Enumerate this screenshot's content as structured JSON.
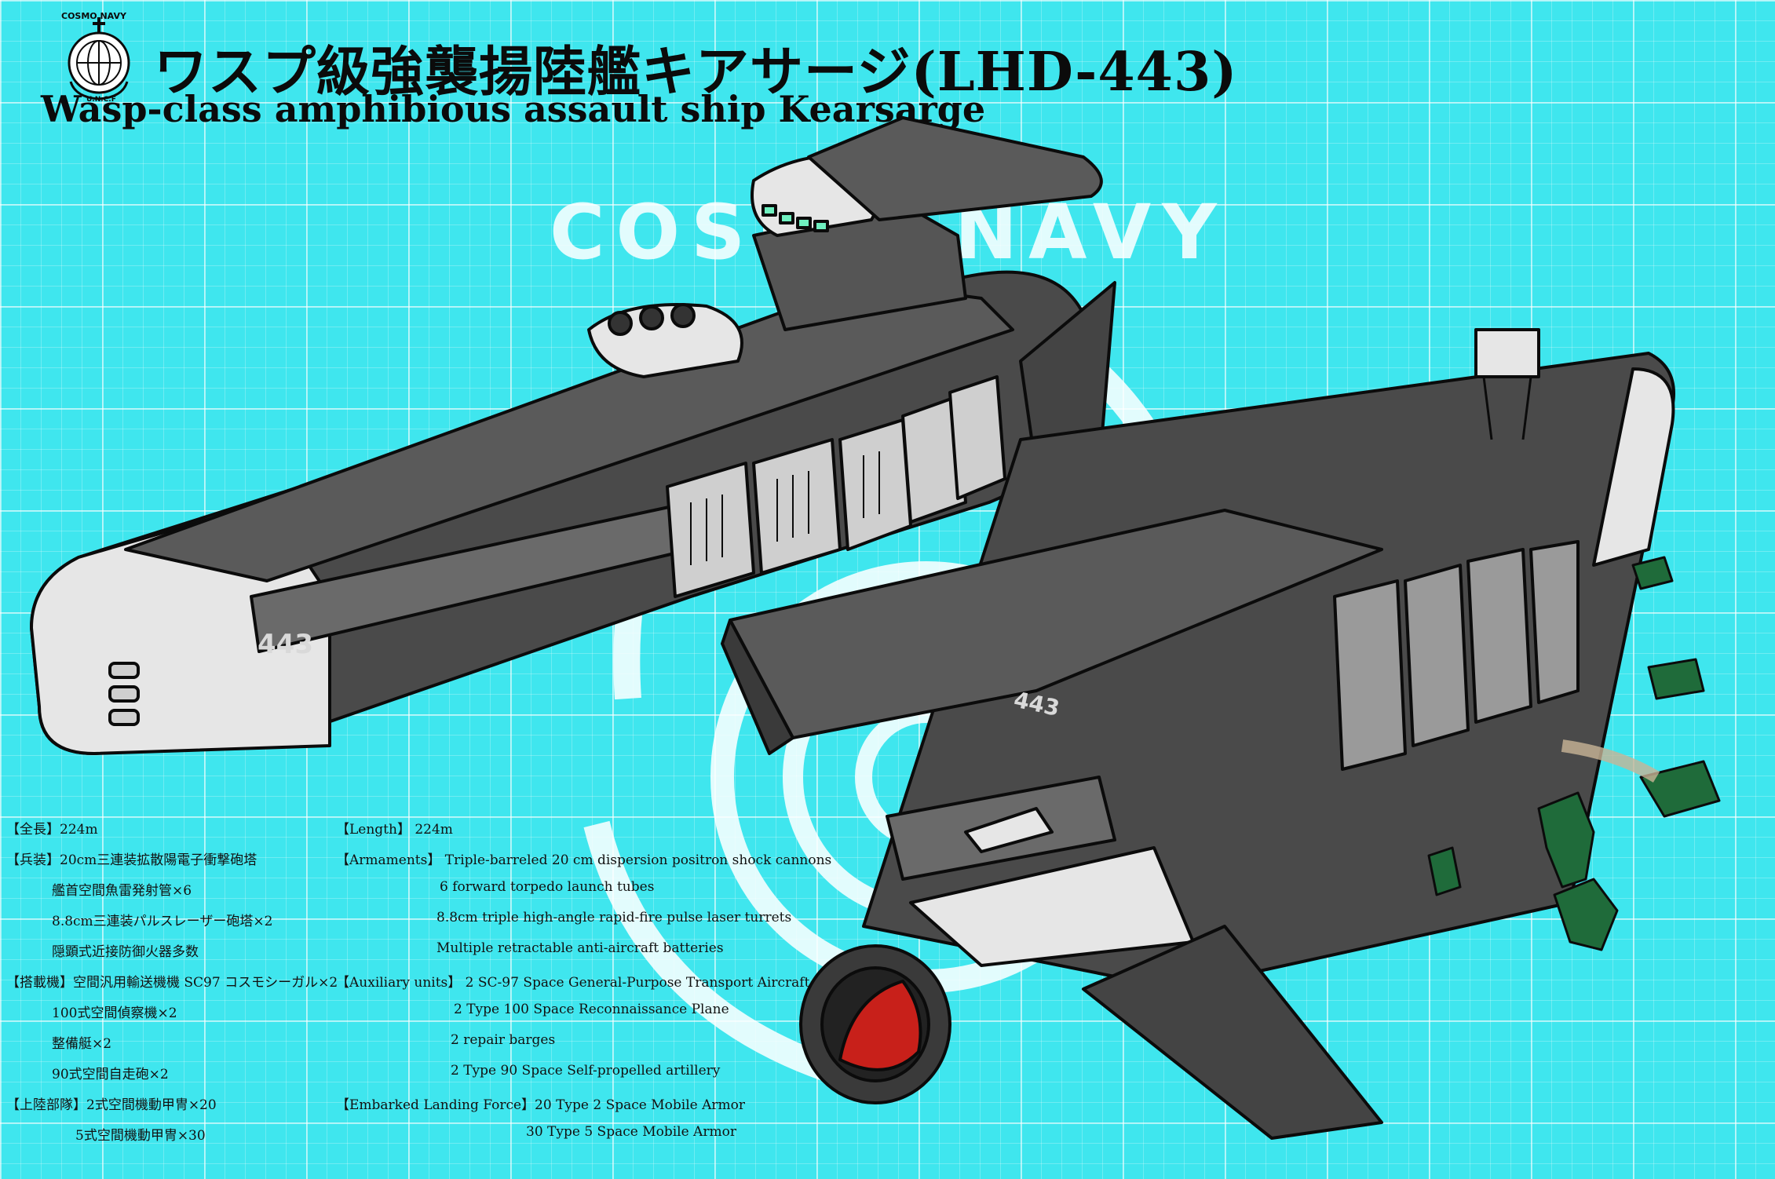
{
  "branding": {
    "logo_top_text": "COSMO NAVY",
    "logo_bottom_text": "U.N.C.F",
    "watermark_text": "COSMO NAVY"
  },
  "title": {
    "japanese": "ワスプ級強襲揚陸艦キアサージ(LHD-443)",
    "english": "Wasp-class amphibious assault ship Kearsarge"
  },
  "hull_number": "443",
  "colors": {
    "background": "#3fe6ee",
    "hull_dark": "#4a4a4a",
    "hull_light": "#e6e6e6",
    "accent_green": "#1f6b3a",
    "nose_red": "#c8201a",
    "glow_green": "#6ff0c0"
  },
  "specs_jp": [
    "【全長】224m",
    "【兵装】20cm三連装拡散陽電子衝撃砲塔",
    "艦首空間魚雷発射管×6",
    "8.8cm三連装パルスレーザー砲塔×2",
    "隠顕式近接防御火器多数",
    "【搭載機】空間汎用輸送機機 SC97 コスモシーガル×2",
    "100式空間偵察機×2",
    "整備艇×2",
    "90式空間自走砲×2",
    "【上陸部隊】2式空間機動甲冑×20",
    "5式空間機動甲冑×30"
  ],
  "specs_en": [
    "【Length】 224m",
    "【Armaments】 Triple-barreled 20 cm dispersion positron shock cannons",
    "6 forward torpedo launch tubes",
    "8.8cm triple high-angle rapid-fire pulse laser turrets",
    "Multiple retractable anti-aircraft batteries",
    "【Auxiliary units】 2 SC-97 Space General-Purpose Transport Aircraft",
    "2 Type 100 Space Reconnaissance Plane",
    "2 repair barges",
    "2 Type 90 Space Self-propelled artillery",
    "【Embarked Landing Force】20 Type 2 Space Mobile Armor",
    "30 Type 5 Space Mobile Armor"
  ]
}
